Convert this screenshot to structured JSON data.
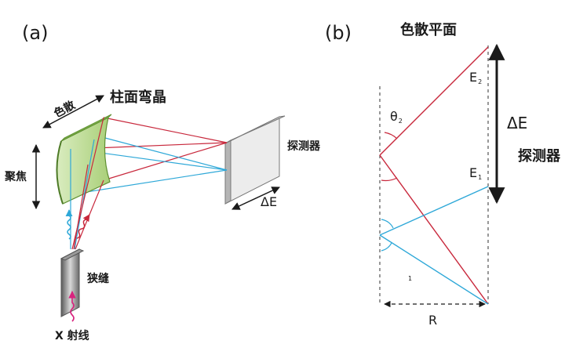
{
  "panel_a": {
    "panel_label": "(a)",
    "crystal_label": "柱面弯晶",
    "dispersion_label": "色散",
    "focusing_label": "聚焦",
    "detector_label": "探测器",
    "delta_e_label": "ΔE",
    "slit_label": "狭缝",
    "xray_label": "X 射线"
  },
  "panel_b": {
    "panel_label": "(b)",
    "plane_title": "色散平面",
    "e2_label": "E",
    "e2_sub": "2",
    "e1_label": "E",
    "e1_sub": "1",
    "theta2_label": "θ",
    "theta2_sub": "2",
    "theta1_sub": "1",
    "delta_e_label": "ΔE",
    "detector_label": "探测器",
    "r_label": "R"
  },
  "colors": {
    "red_ray": "#c8283c",
    "blue_ray": "#2ea8d8",
    "crystal_green": "#b6d98a",
    "crystal_edge": "#5e8f32",
    "detector_gray": "#cfcfcf",
    "slit_gray": "#8c8c8c",
    "xray_magenta": "#d8247e",
    "text": "#1a1a1a"
  }
}
